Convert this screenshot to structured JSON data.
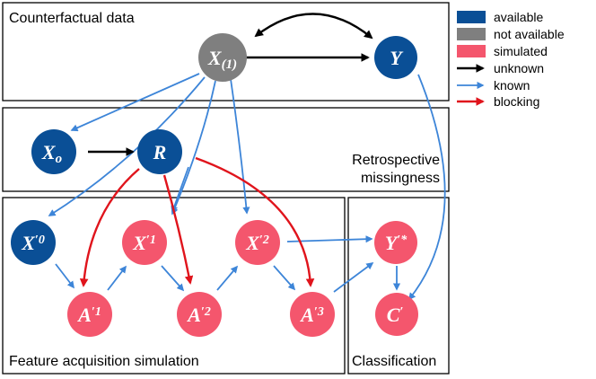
{
  "colors": {
    "available": "#0a4f96",
    "not_available": "#7f7f7f",
    "simulated": "#f4566d",
    "unknown_edge": "#000000",
    "known_edge": "#3d85d8",
    "blocking_edge": "#e0141c"
  },
  "panels": {
    "counterfactual": "Counterfactual data",
    "retro_line1": "Retrospective",
    "retro_line2": "missingness",
    "feature_acq": "Feature acquisition simulation",
    "classification": "Classification"
  },
  "legend": {
    "available": "available",
    "not_available": "not available",
    "simulated": "simulated",
    "unknown": "unknown",
    "known": "known",
    "blocking": "blocking"
  },
  "nodes": {
    "x1": {
      "main": "X",
      "sub": "(1)"
    },
    "y": {
      "main": "Y"
    },
    "xo": {
      "main": "X",
      "sub": "o"
    },
    "r": {
      "main": "R"
    },
    "xp0": {
      "main": "X",
      "sup": "′0"
    },
    "xp1": {
      "main": "X",
      "sup": "′1"
    },
    "xp2": {
      "main": "X",
      "sup": "′2"
    },
    "yps": {
      "main": "Y",
      "sup": "′*"
    },
    "ap1": {
      "main": "A",
      "sup": "′1"
    },
    "ap2": {
      "main": "A",
      "sup": "′2"
    },
    "ap3": {
      "main": "A",
      "sup": "′3"
    },
    "cp": {
      "main": "C",
      "sup": "′"
    }
  }
}
